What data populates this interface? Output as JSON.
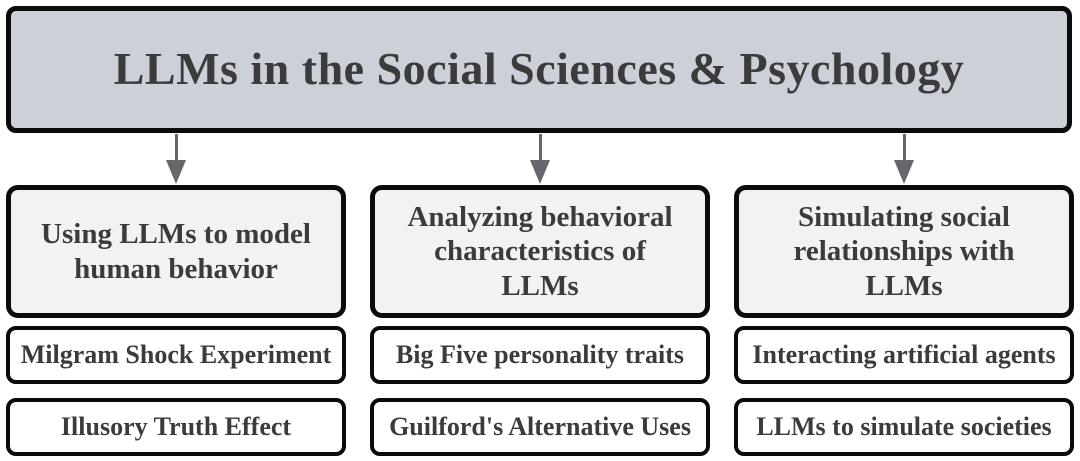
{
  "diagram": {
    "title": "LLMs in the Social Sciences & Psychology",
    "columns": [
      {
        "category": "Using LLMs to model human behavior",
        "items": [
          "Milgram Shock Experiment",
          "Illusory Truth Effect"
        ]
      },
      {
        "category": "Analyzing behavioral characteristics of LLMs",
        "items": [
          "Big Five personality traits",
          "Guilford's Alternative Uses"
        ]
      },
      {
        "category": "Simulating social relationships with LLMs",
        "items": [
          "Interacting artificial agents",
          "LLMs to simulate societies"
        ]
      }
    ]
  },
  "colors": {
    "title-fill": "#ccd1d9",
    "category-fill": "#f1f2f4",
    "item-fill": "#ffffff",
    "border": "#0b0b0b",
    "text": "#3b3b3b",
    "arrow": "#64686c",
    "page-bg": "#ffffff"
  }
}
